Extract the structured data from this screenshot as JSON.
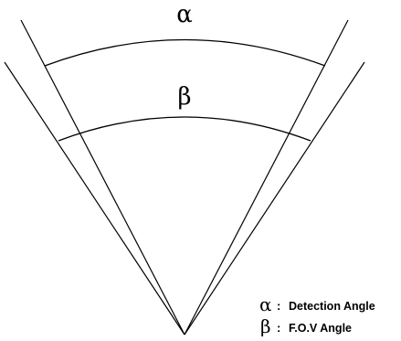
{
  "diagram": {
    "alpha_symbol": "α",
    "beta_symbol": "β",
    "legend": [
      {
        "symbol": "α",
        "separator": ":",
        "text": "Detection Angle"
      },
      {
        "symbol": "β",
        "separator": ":",
        "text": "F.O.V Angle"
      }
    ],
    "line_color": "#000000"
  }
}
